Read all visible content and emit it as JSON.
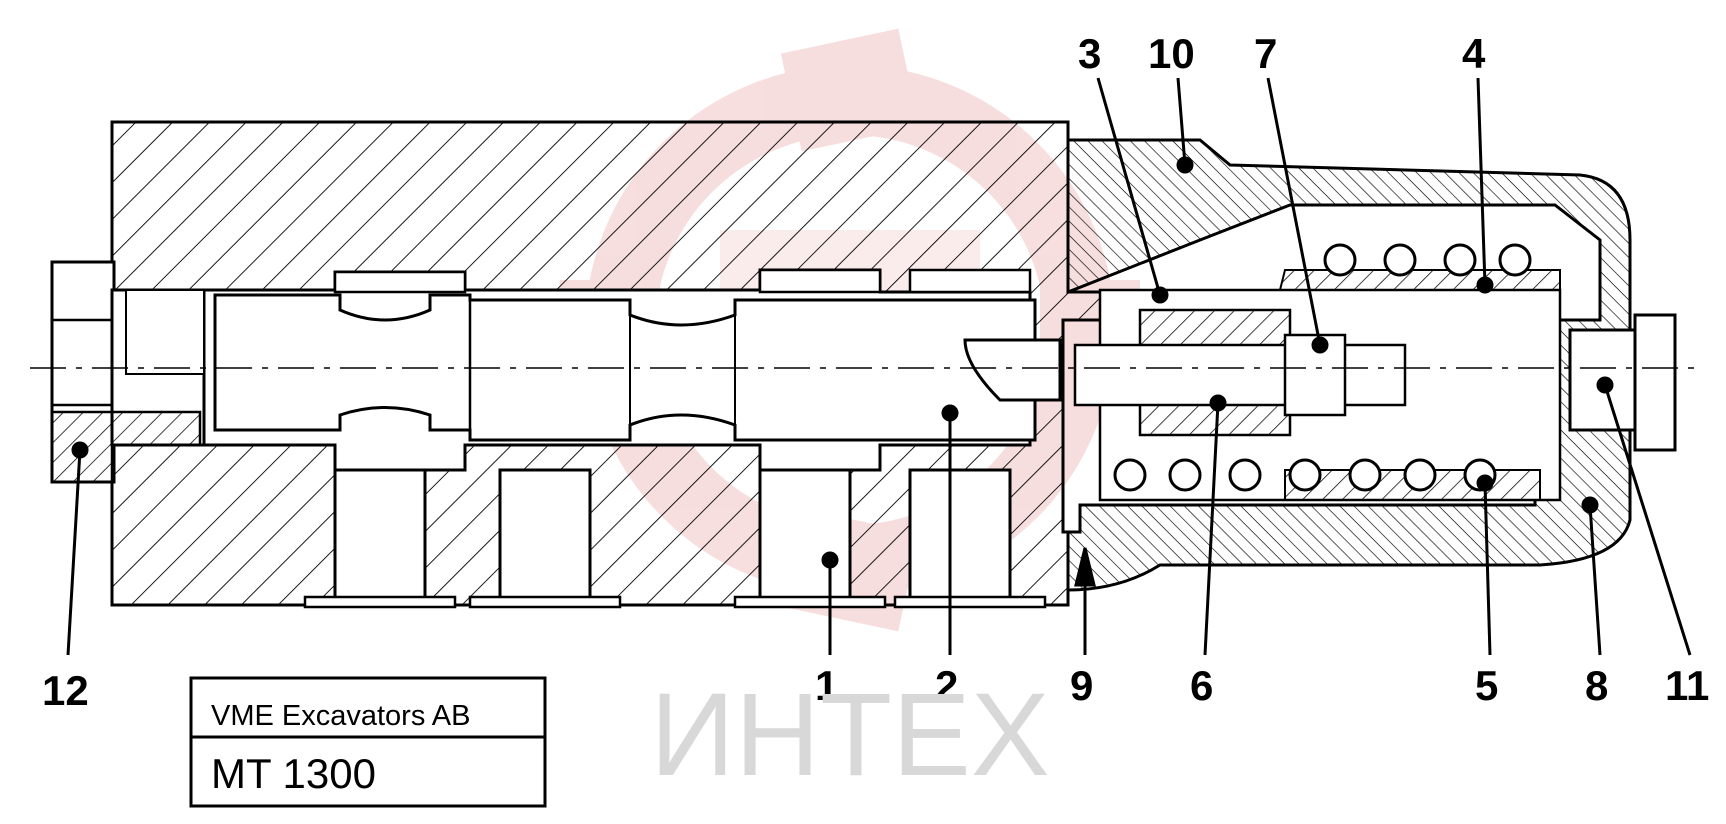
{
  "diagram": {
    "callouts": [
      "12",
      "1",
      "2",
      "9",
      "6",
      "5",
      "8",
      "11",
      "3",
      "10",
      "7",
      "4"
    ]
  },
  "title_block": {
    "company": "VME Excavators AB",
    "model": "MT 1300"
  },
  "watermark": {
    "text": "ИНТЕХ",
    "logo_color": "#f2c4c4"
  },
  "colors": {
    "line": "#000000",
    "background": "#ffffff",
    "watermark_text": "#d8d8d8"
  }
}
